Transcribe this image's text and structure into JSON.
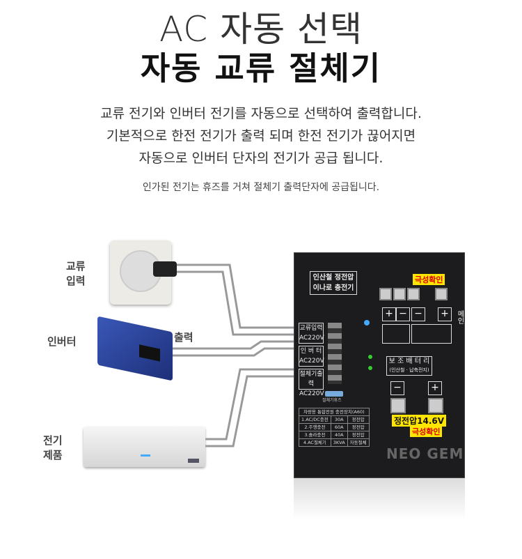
{
  "header": {
    "title_light": "AC 자동 선택",
    "title_bold": "자동 교류 절체기"
  },
  "description": {
    "lines": [
      "교류 전기와 인버터 전기를 자동으로 선택하여 출력합니다.",
      "기본적으로 한전 전기가 출력 되며 한전 전기가 끊어지면",
      "자동으로 인버터 단자의 전기가 공급 됩니다."
    ],
    "note": "인가된 전기는 휴즈를 거쳐 절체기 출력단자에 공급됩니다."
  },
  "diagram": {
    "labels": {
      "ac_input": [
        "교류",
        "입력"
      ],
      "inverter": "인버터",
      "output": "출력",
      "appliance": [
        "전기",
        "제품"
      ]
    },
    "panel": {
      "product_name": [
        "인산철 정전압",
        "이나로 충전기"
      ],
      "polarity_check": "극성확인",
      "terminals": [
        {
          "name": "교류입력",
          "voltage": "AC220V"
        },
        {
          "name": "인 버 터",
          "voltage": "AC220V"
        },
        {
          "name": "절체기출력",
          "voltage": "AC220V"
        }
      ],
      "aux_battery": {
        "title": "보 조 배 터 리",
        "subtitle": "(인산철 · 납축전지)"
      },
      "voltage_label": "정전압14.6V",
      "fuse_label": "절체기휴즈",
      "side_label": "메인",
      "brand": "NEO GEM",
      "spec_table": {
        "title": "차량용 통합전원 충전장치(A60)",
        "rows": [
          [
            "1.AC/DC충전",
            "30A",
            "정전압"
          ],
          [
            "2.주행충전",
            "60A",
            "정전압"
          ],
          [
            "3.솔라충전",
            "40A",
            "정전압"
          ],
          [
            "4.AC절체기",
            "3KVA",
            "자동절체"
          ]
        ]
      }
    }
  }
}
